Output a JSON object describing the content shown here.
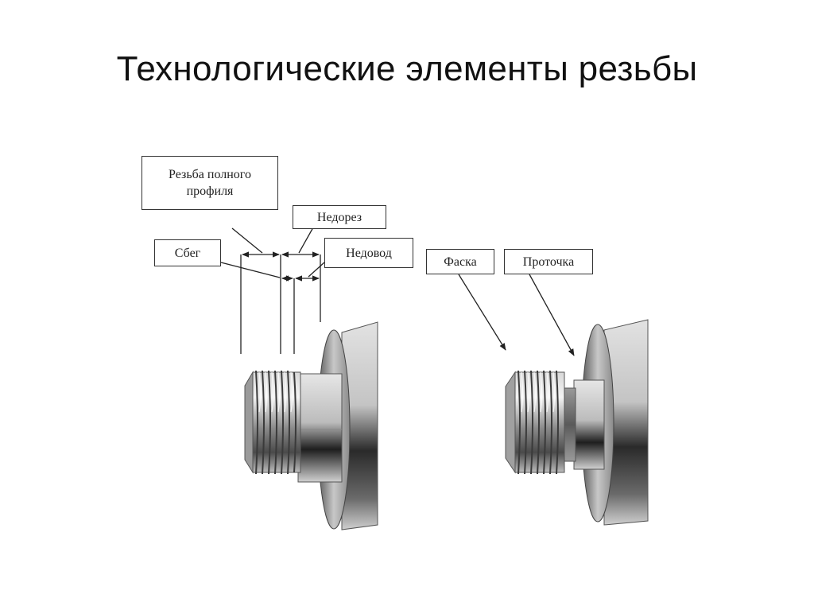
{
  "slide": {
    "title": "Технологические элементы резьбы"
  },
  "labels": {
    "full_profile_line1": "Резьба полного",
    "full_profile_line2": "профиля",
    "undercut": "Недорез",
    "runout": "Сбег",
    "underdrive": "Недовод",
    "chamfer": "Фаска",
    "groove": "Проточка"
  }
}
